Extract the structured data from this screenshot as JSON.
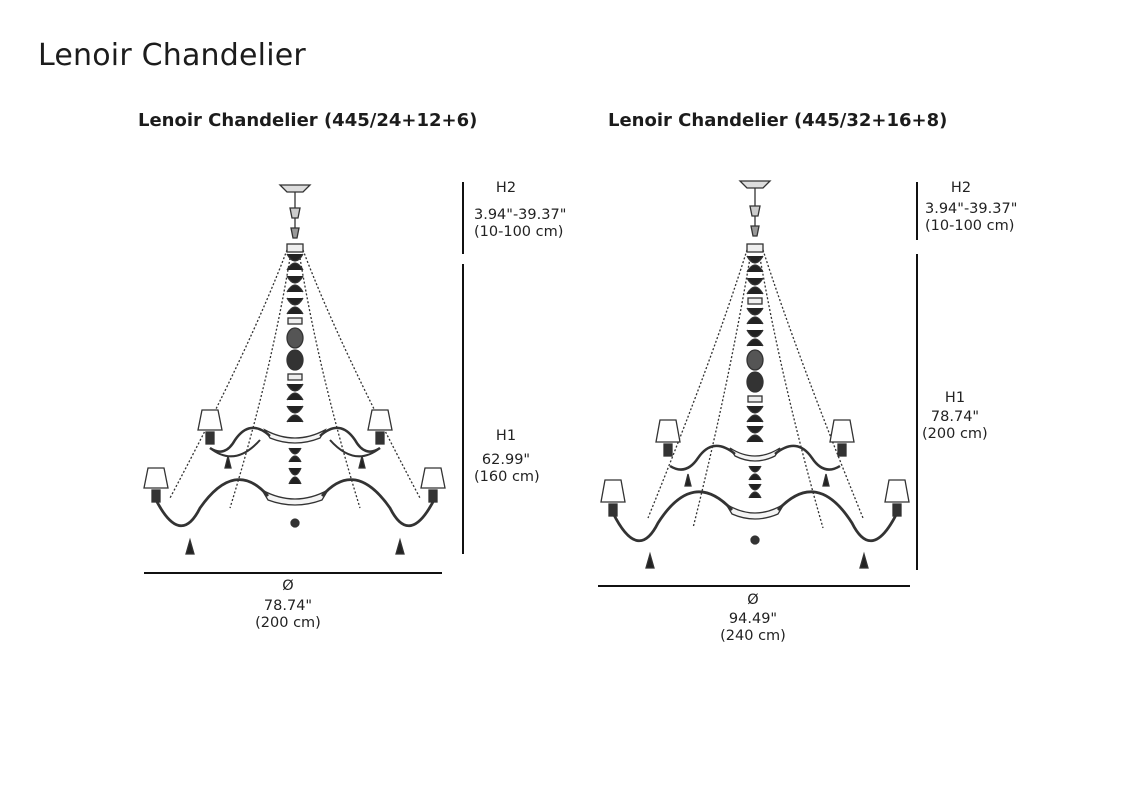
{
  "page_title": "Lenoir Chandelier",
  "models": [
    {
      "title": "Lenoir Chandelier (445/24+12+6)",
      "h2": {
        "label": "H2",
        "in": "3.94\"-39.37\"",
        "cm": "(10-100 cm)"
      },
      "h1": {
        "label": "H1",
        "in": "62.99\"",
        "cm": "(160 cm)"
      },
      "diameter": {
        "symbol": "Ø",
        "in": "78.74\"",
        "cm": "(200 cm)"
      }
    },
    {
      "title": "Lenoir Chandelier (445/32+16+8)",
      "h2": {
        "label": "H2",
        "in": "3.94\"-39.37\"",
        "cm": "(10-100 cm)"
      },
      "h1": {
        "label": "H1",
        "in": "78.74\"",
        "cm": "(200 cm)"
      },
      "diameter": {
        "symbol": "Ø",
        "in": "94.49\"",
        "cm": "(240 cm)"
      }
    }
  ]
}
